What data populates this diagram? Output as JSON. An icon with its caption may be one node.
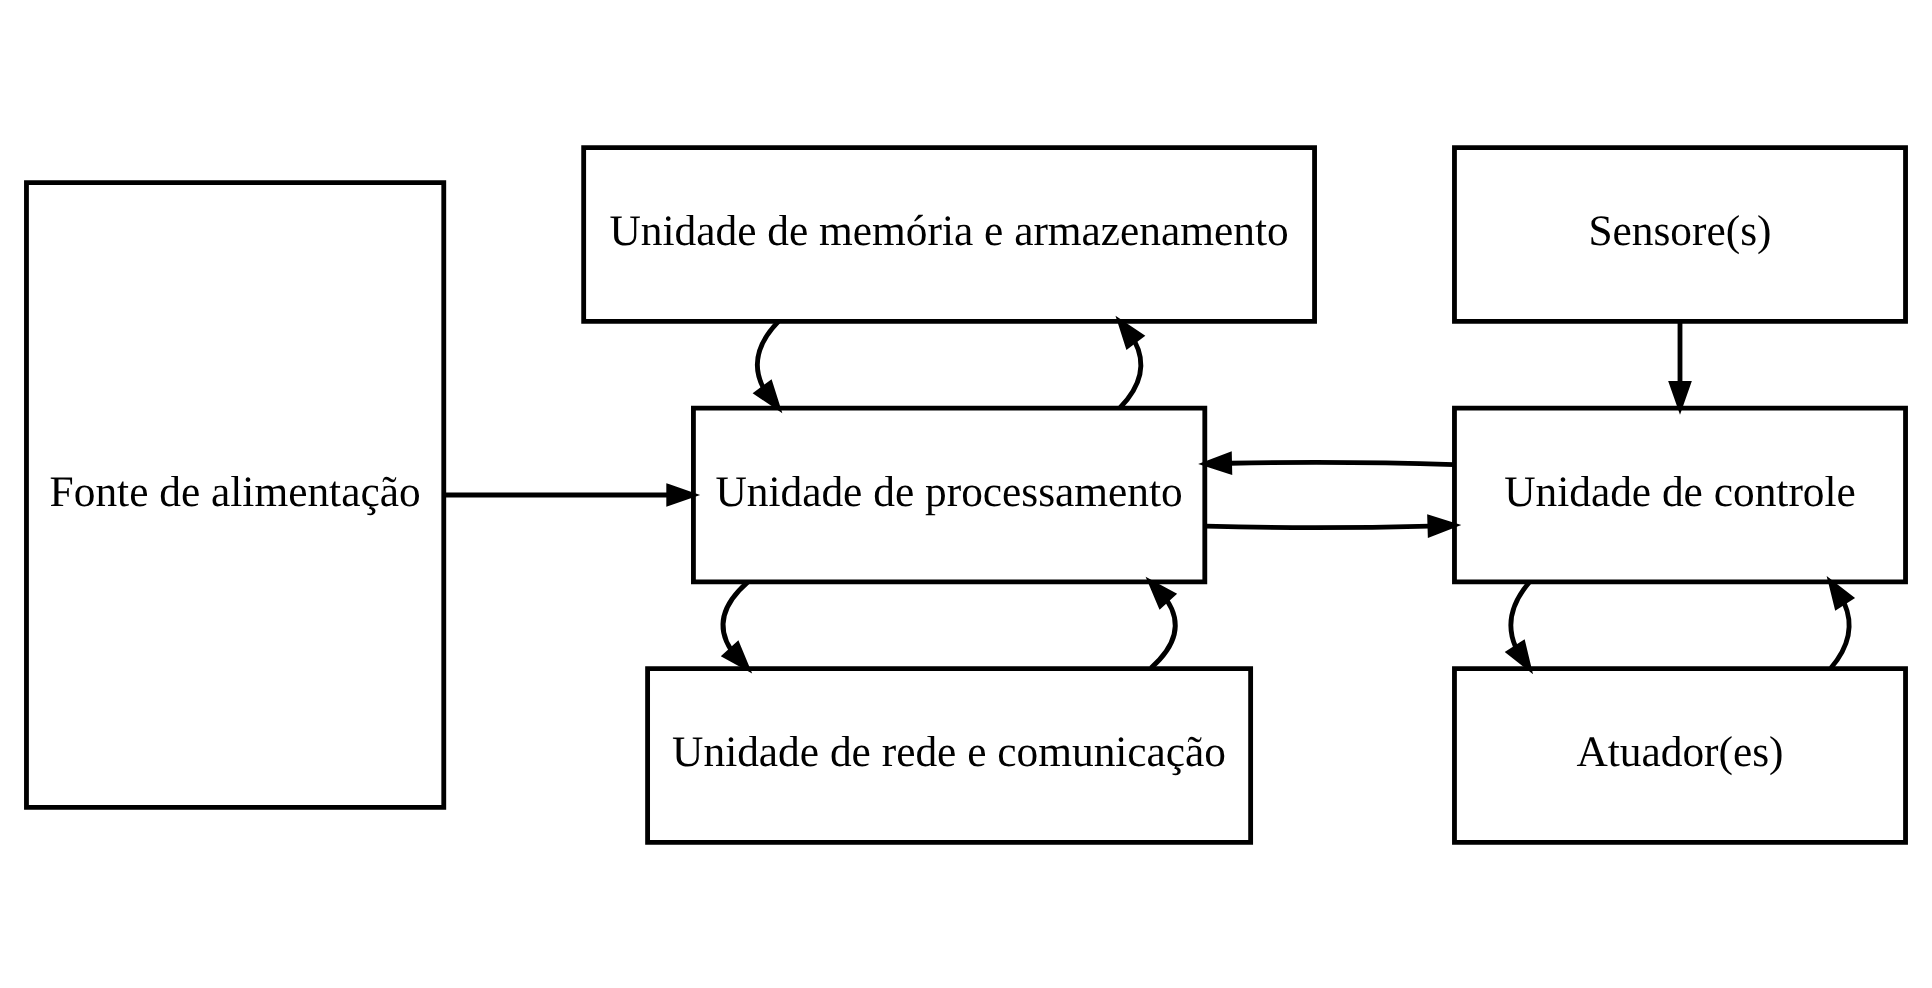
{
  "diagram": {
    "nodes": [
      {
        "text": [
          "Fonte de alimentação"
        ]
      },
      {
        "text": [
          "Unidade de rede e comunicação"
        ]
      },
      {
        "text": [
          "Unidade de processamento"
        ]
      },
      {
        "text": [
          "Unidade de memória e armazenamento"
        ]
      },
      {
        "text": [
          "Atuador(es)"
        ]
      },
      {
        "text": [
          "Unidade de controle"
        ]
      },
      {
        "text": [
          "Sensore(s)"
        ]
      }
    ],
    "edges": [
      {
        "from": 0,
        "to": 2,
        "arrow": "to"
      },
      {
        "from": 1,
        "to": 2,
        "arrow": "to"
      },
      {
        "from": 2,
        "to": 1,
        "arrow": "to"
      },
      {
        "from": 2,
        "to": 3,
        "arrow": "to"
      },
      {
        "from": 3,
        "to": 2,
        "arrow": "to"
      },
      {
        "from": 2,
        "to": 5,
        "arrow": "to"
      },
      {
        "from": 5,
        "to": 2,
        "arrow": "to"
      },
      {
        "from": 4,
        "to": 5,
        "arrow": "to"
      },
      {
        "from": 5,
        "to": 4,
        "arrow": "to"
      },
      {
        "from": 6,
        "to": 5,
        "arrow": "to"
      }
    ]
  }
}
